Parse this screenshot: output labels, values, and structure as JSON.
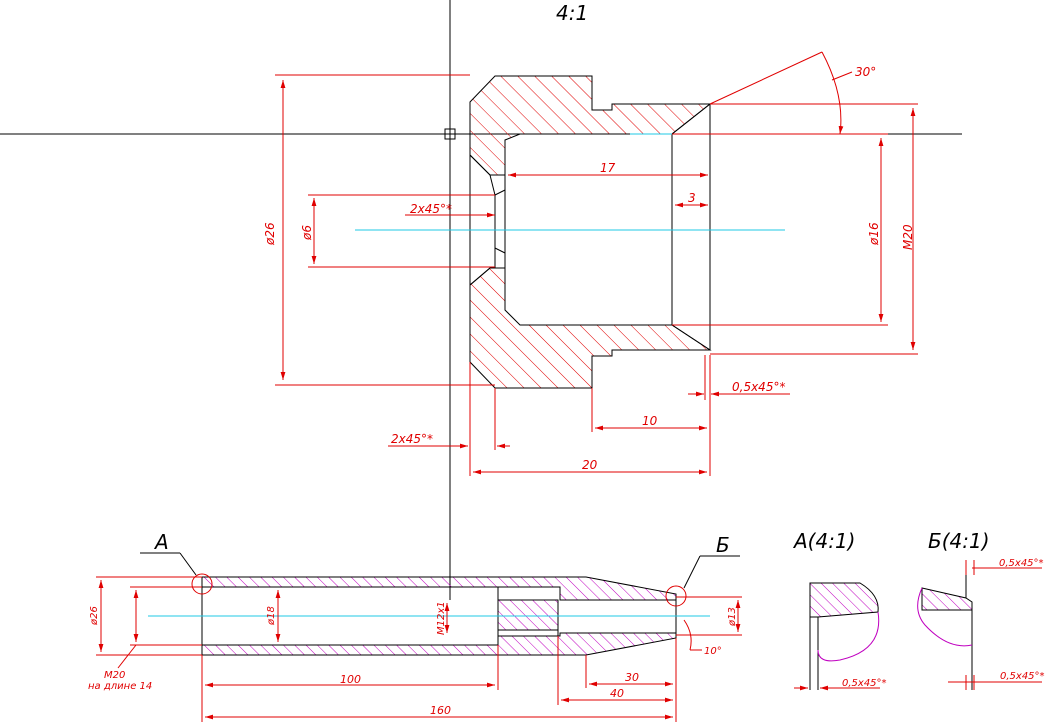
{
  "colors": {
    "dimension": "#e00000",
    "outline": "#000000",
    "centerline": "#1fc8e6",
    "hatch_main": "#e00000",
    "hatch_part": "#c000c0",
    "background": "#ffffff"
  },
  "scale_label": "4:1",
  "top_view": {
    "dim_26": "ø26",
    "dim_6": "ø6",
    "dim_16": "ø16",
    "dim_m20": "M20",
    "dim_17": "17",
    "dim_3": "3",
    "dim_10": "10",
    "dim_20": "20",
    "chamfer_top": "2x45°*",
    "chamfer_bottom": "2x45°*",
    "chamfer_small": "0,5x45°*",
    "angle_30": "30°"
  },
  "bottom_view": {
    "label_a": "А",
    "label_b": "Б",
    "dim_26": "ø26",
    "dim_18": "ø18",
    "dim_m12": "M12x1",
    "dim_13": "ø13",
    "dim_10deg": "10°",
    "dim_100": "100",
    "dim_160": "160",
    "dim_30": "30",
    "dim_40": "40",
    "note_m20": "M20",
    "note_length": "на длине 14"
  },
  "detail_a": {
    "title": "А(4:1)",
    "chamfer": "0,5x45°*"
  },
  "detail_b": {
    "title": "Б(4:1)",
    "chamfer_top": "0,5x45°*",
    "chamfer_bottom": "0,5x45°*"
  }
}
